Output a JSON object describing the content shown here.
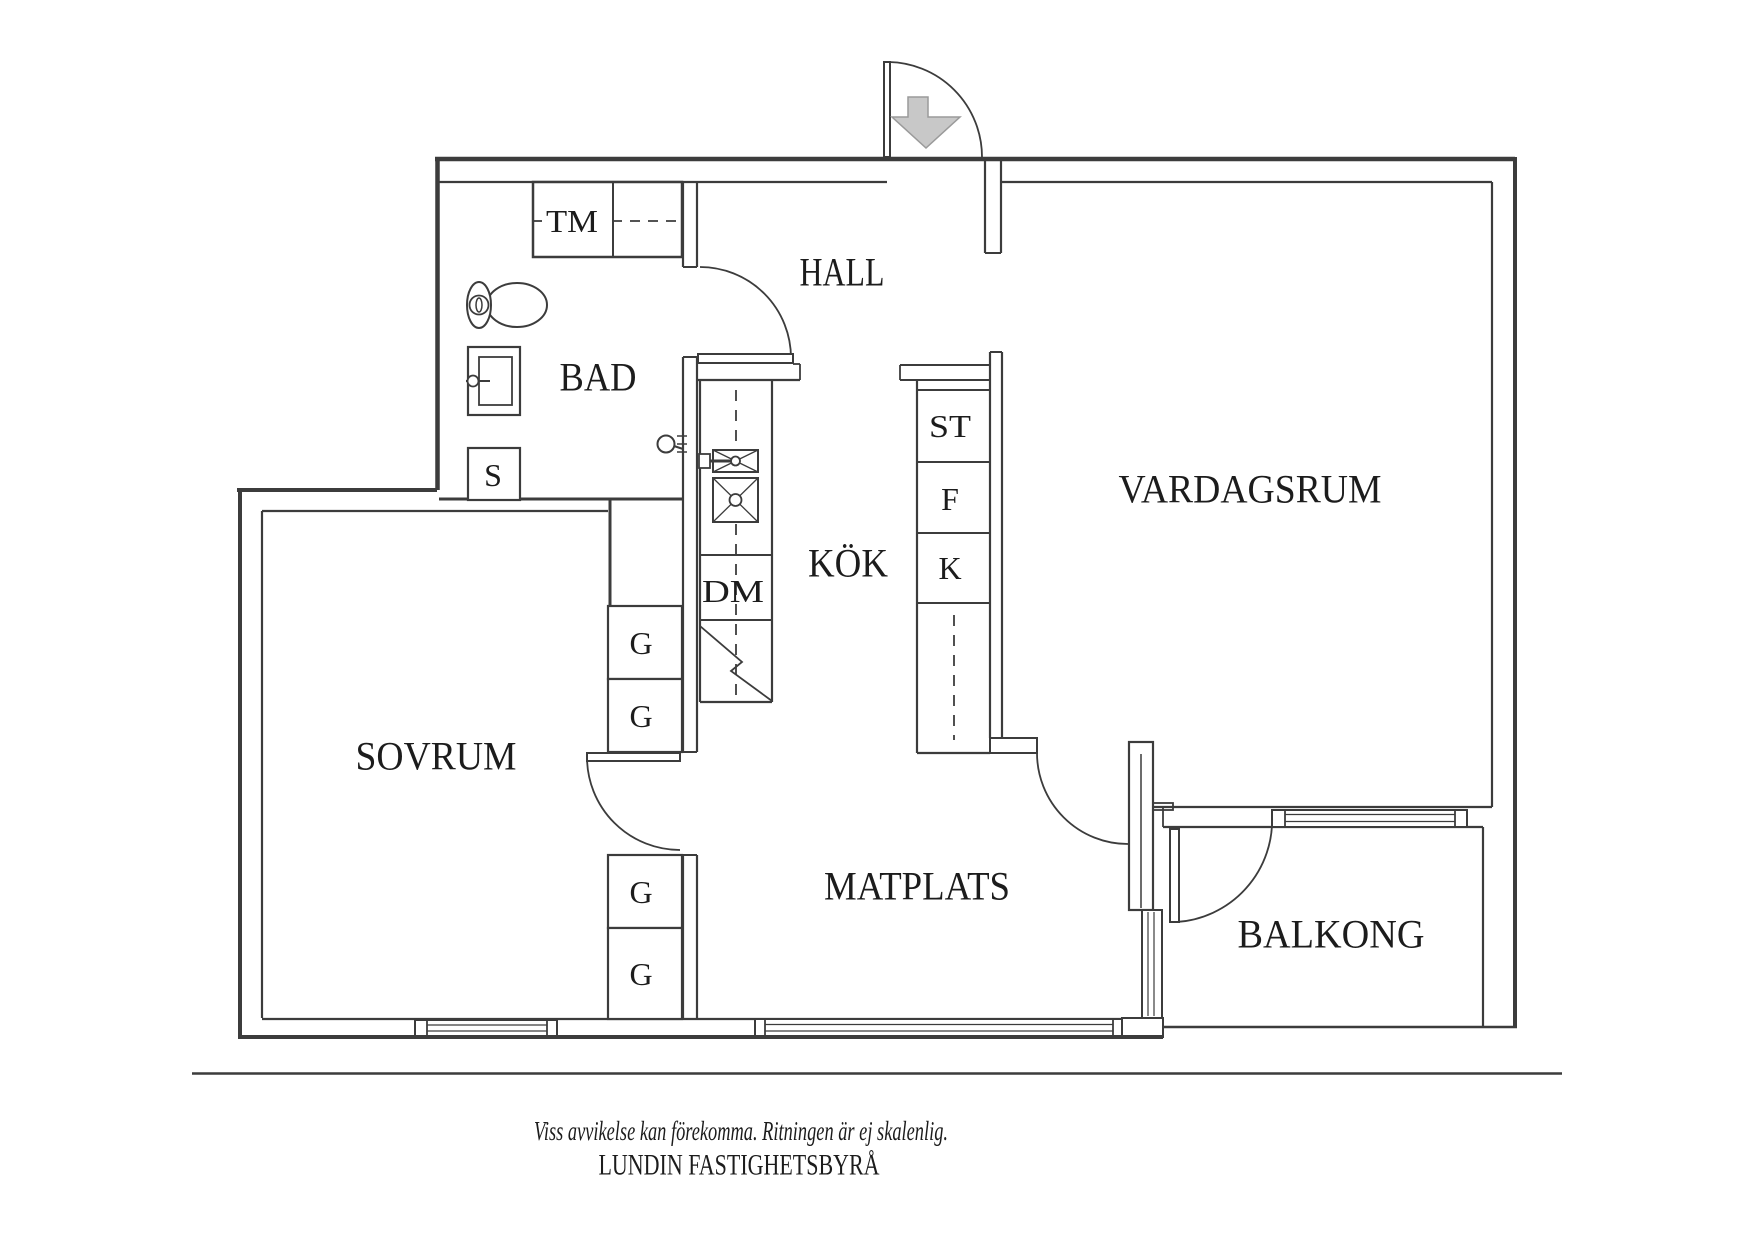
{
  "plan": {
    "labels": {
      "hall": "HALL",
      "bad": "BAD",
      "vardagsrum": "VARDAGSRUM",
      "kok": "KÖK",
      "sovrum": "SOVRUM",
      "matplats": "MATPLATS",
      "balkong": "BALKONG"
    },
    "fixtures": {
      "tm": "TM",
      "dm": "DM",
      "s": "S",
      "st": "ST",
      "f": "F",
      "k": "K",
      "g": "G"
    },
    "colors": {
      "line": "#3c3c3c",
      "text": "#1c1c1c",
      "arrow_fill": "#c8c8c8",
      "arrow_stroke": "#9a9a9a",
      "background": "#ffffff"
    }
  },
  "footer": {
    "disclaimer": "Viss avvikelse kan förekomma. Ritningen är ej skalenlig.",
    "brand": "LUNDIN FASTIGHETSBYRÅ"
  }
}
